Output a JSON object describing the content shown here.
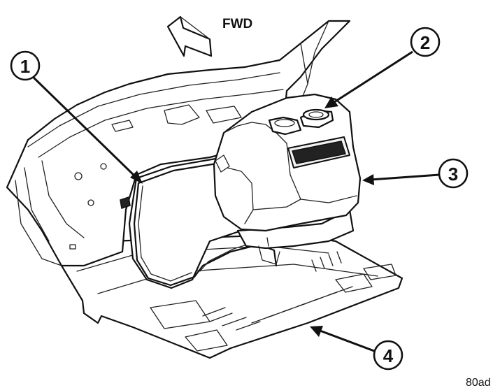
{
  "direction_label": "FWD",
  "figure_code": "80ad",
  "callouts": [
    {
      "number": "1"
    },
    {
      "number": "2"
    },
    {
      "number": "3"
    },
    {
      "number": "4"
    }
  ]
}
